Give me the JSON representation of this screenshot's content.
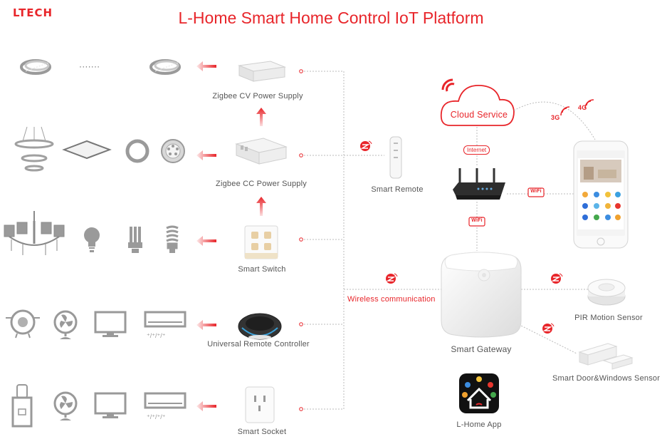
{
  "brand": "LTECH",
  "title": "L-Home Smart Home Control IoT Platform",
  "dots": "·······",
  "devices": {
    "cv_supply": "Zigbee CV Power Supply",
    "cc_supply": "Zigbee CC Power Supply",
    "smart_switch": "Smart Switch",
    "remote_controller": "Universal Remote Controller",
    "smart_socket": "Smart Socket",
    "smart_remote": "Smart Remote",
    "cloud": "Cloud Service",
    "internet": "Internet",
    "wireless": "Wireless communication",
    "gateway": "Smart Gateway",
    "pir": "PIR Motion Sensor",
    "door": "Smart Door&Windows Sensor",
    "app": "L-Home App"
  },
  "badges": {
    "g3": "3G",
    "g4": "4G",
    "wifi": "WiFi"
  },
  "ac_marks": "⁺/⁺/⁺/⁺",
  "colors": {
    "accent": "#e8252a",
    "line": "#bbbbbb",
    "device": "#8a8a8a"
  }
}
